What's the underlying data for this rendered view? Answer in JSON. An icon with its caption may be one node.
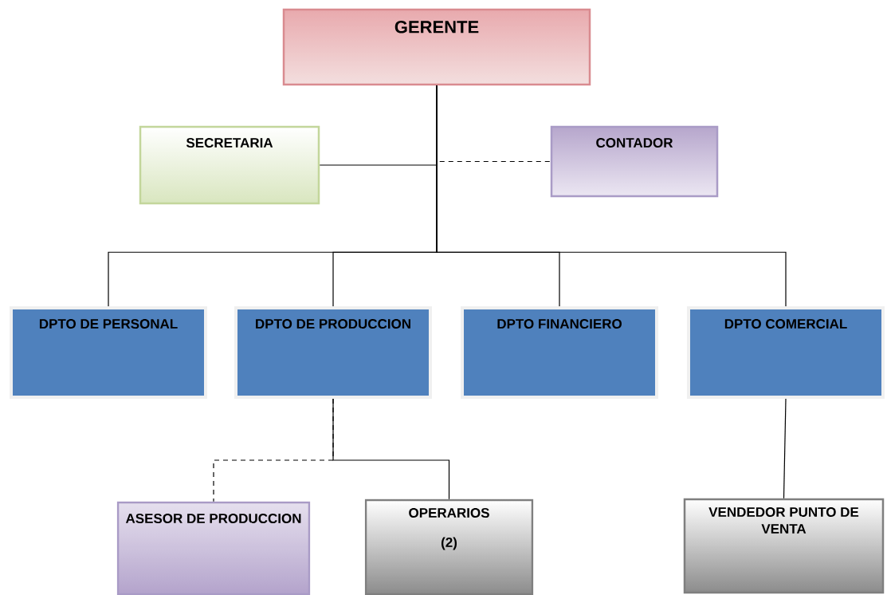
{
  "diagram": {
    "nodes": [
      {
        "text": [
          "GERENTE"
        ]
      },
      {
        "text": [
          "SECRETARIA"
        ]
      },
      {
        "text": [
          "CONTADOR"
        ]
      },
      {
        "text": [
          "DPTO DE PERSONAL"
        ]
      },
      {
        "text": [
          "DPTO DE PRODUCCION"
        ]
      },
      {
        "text": [
          "DPTO FINANCIERO"
        ]
      },
      {
        "text": [
          "DPTO COMERCIAL"
        ]
      },
      {
        "text": [
          "ASESOR DE PRODUCCION"
        ]
      },
      {
        "text": [
          "OPERARIOS",
          "(2)"
        ]
      },
      {
        "text": [
          "VENDEDOR PUNTO DE VENTA"
        ]
      }
    ],
    "edges": [
      {
        "from": 0,
        "to": 1,
        "arrow": "none"
      },
      {
        "from": 0,
        "to": 2,
        "arrow": "none",
        "style": "dashed"
      },
      {
        "from": 0,
        "to": 3,
        "arrow": "none"
      },
      {
        "from": 0,
        "to": 4,
        "arrow": "none"
      },
      {
        "from": 0,
        "to": 5,
        "arrow": "none"
      },
      {
        "from": 0,
        "to": 6,
        "arrow": "none"
      },
      {
        "from": 4,
        "to": 7,
        "arrow": "none",
        "style": "dashed"
      },
      {
        "from": 4,
        "to": 8,
        "arrow": "none"
      },
      {
        "from": 6,
        "to": 9,
        "arrow": "none"
      }
    ]
  }
}
